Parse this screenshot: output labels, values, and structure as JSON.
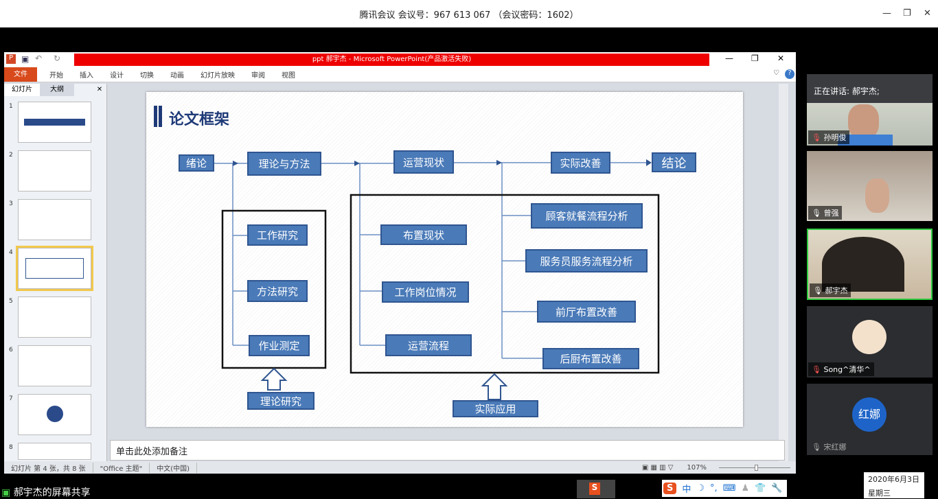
{
  "meeting_title": "腾讯会议 会议号：967 613 067 （会议密码：1602）",
  "ppt": {
    "window_title": "ppt 郝宇杰 - Microsoft PowerPoint(产品激活失败)",
    "ribbon_tabs": [
      "文件",
      "开始",
      "插入",
      "设计",
      "切换",
      "动画",
      "幻灯片放映",
      "审阅",
      "视图"
    ],
    "pane_tabs": [
      "幻灯片",
      "大纲"
    ],
    "thumbnails": [
      "1",
      "2",
      "3",
      "4",
      "5",
      "6",
      "7",
      "8"
    ],
    "selected_slide": 4,
    "notes_placeholder": "单击此处添加备注",
    "status": {
      "slide": "幻灯片 第 4 张，共 8 张",
      "theme": "\"Office 主题\"",
      "lang": "中文(中国)",
      "zoom": "107%"
    }
  },
  "slide": {
    "title": "论文框架",
    "top": [
      "绪论",
      "理论与方法",
      "运营现状",
      "实际改善",
      "结论"
    ],
    "theory": [
      "工作研究",
      "方法研究",
      "作业测定"
    ],
    "theory_label": "理论研究",
    "status": [
      "布置现状",
      "工作岗位情况",
      "运营流程"
    ],
    "improve": [
      "顾客就餐流程分析",
      "服务员服务流程分析",
      "前厅布置改善",
      "后厨布置改善"
    ],
    "apply_label": "实际应用"
  },
  "meeting": {
    "speaking": "正在讲话: 郝宇杰;",
    "participants": [
      "孙明俊",
      "曾强",
      "郝宇杰",
      "Song^清华^",
      "宋红娜"
    ],
    "avatar_text": "红娜",
    "share_label": "郝宇杰的屏幕共享"
  },
  "taskbar": {
    "date": "2020年6月3日",
    "weekday": "星期三",
    "ime": "中"
  }
}
